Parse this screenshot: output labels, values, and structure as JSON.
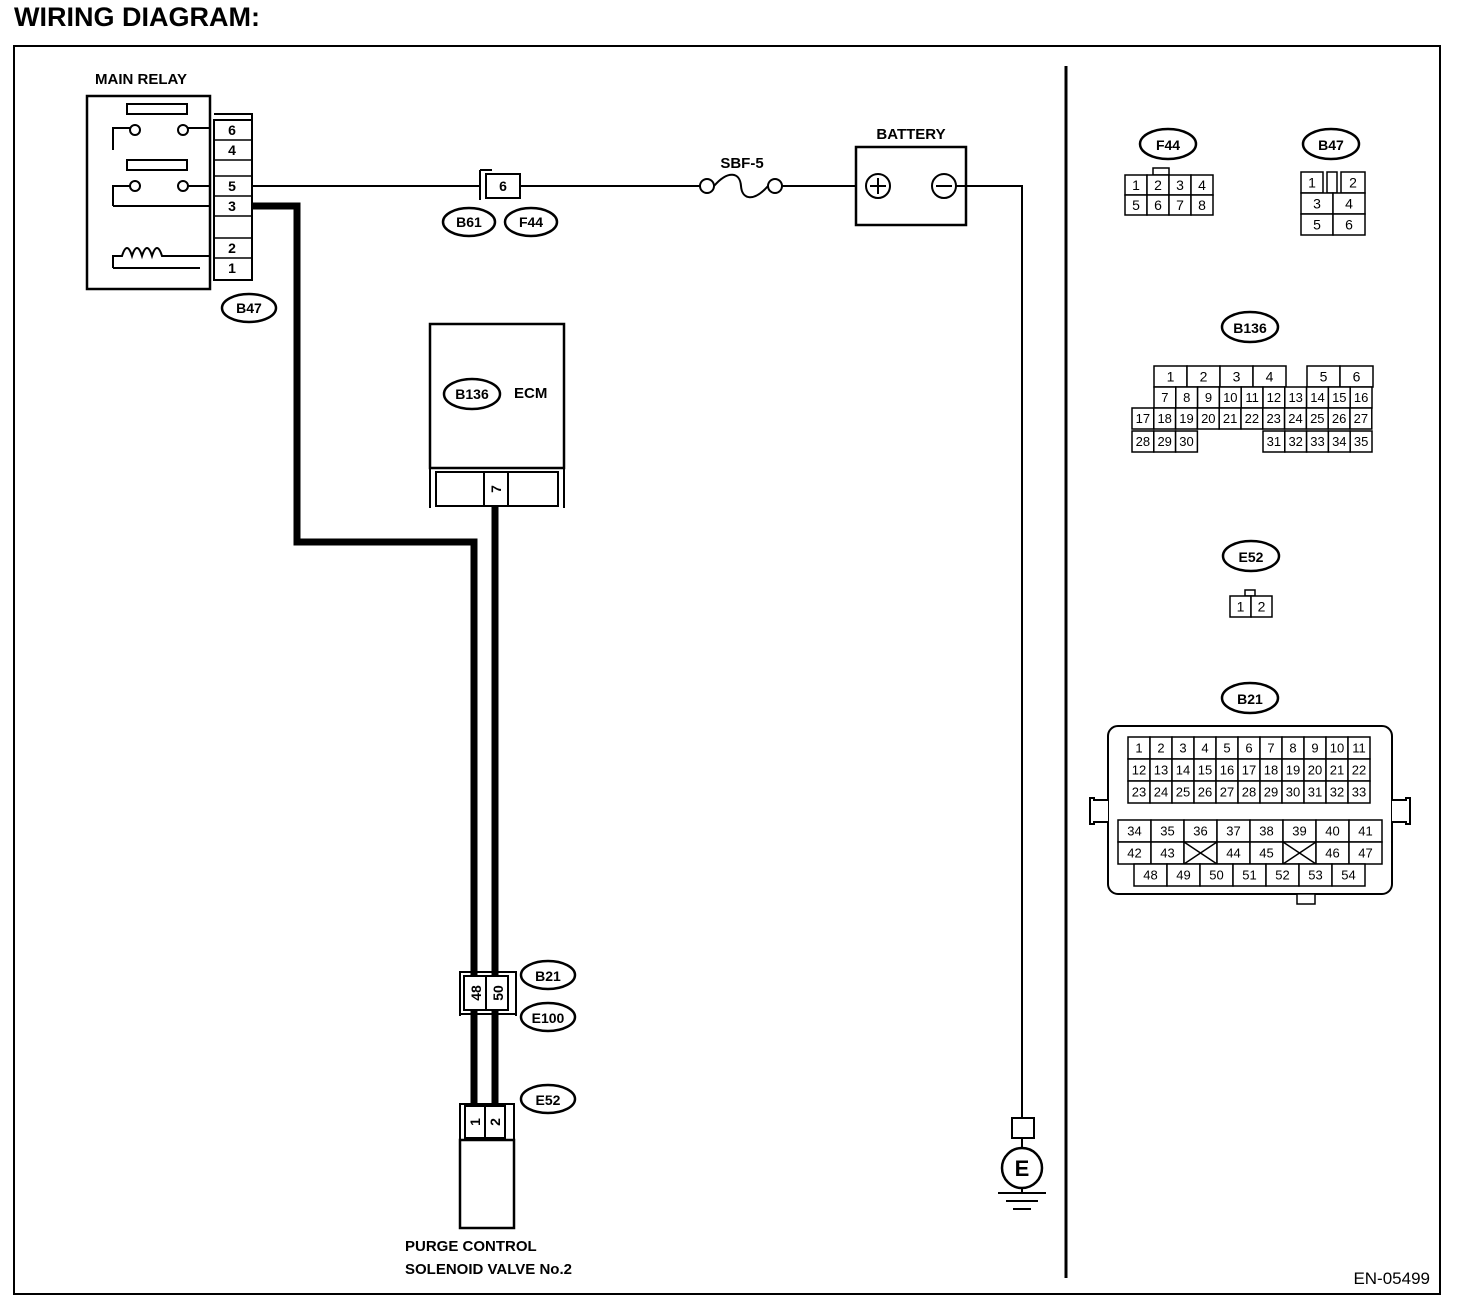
{
  "title": "WIRING DIAGRAM:",
  "figure_id": "EN-05499",
  "components": {
    "main_relay": "MAIN RELAY",
    "battery": "BATTERY",
    "fuse": "SBF-5",
    "ecm": "ECM",
    "solenoid_line1": "PURGE CONTROL",
    "solenoid_line2": "SOLENOID VALVE No.2",
    "ground": "E"
  },
  "connectors": {
    "b47": "B47",
    "b61": "B61",
    "f44": "F44",
    "b136": "B136",
    "b21": "B21",
    "e100": "E100",
    "e52": "E52"
  },
  "relay_pins": [
    "6",
    "4",
    "5",
    "3",
    "2",
    "1"
  ],
  "pins": {
    "f44_pin": "6",
    "ecm_pin": "7",
    "b21_left": "48",
    "b21_right": "50",
    "e52_left": "1",
    "e52_right": "2"
  },
  "legend": {
    "f44": {
      "label": "F44",
      "row1": [
        "1",
        "2",
        "3",
        "4"
      ],
      "row2": [
        "5",
        "6",
        "7",
        "8"
      ]
    },
    "b47": {
      "label": "B47",
      "row1": [
        "1",
        "2"
      ],
      "row2": [
        "3",
        "4"
      ],
      "row3": [
        "5",
        "6"
      ]
    },
    "b136": {
      "label": "B136",
      "row1": [
        "1",
        "2",
        "3",
        "4",
        "5",
        "6"
      ],
      "row2": [
        "7",
        "8",
        "9",
        "10",
        "11",
        "12",
        "13",
        "14",
        "15",
        "16"
      ],
      "row3": [
        "17",
        "18",
        "19",
        "20",
        "21",
        "22",
        "23",
        "24",
        "25",
        "26",
        "27"
      ],
      "row4": [
        "28",
        "29",
        "30",
        "31",
        "32",
        "33",
        "34",
        "35"
      ]
    },
    "e52": {
      "label": "E52",
      "row1": [
        "1",
        "2"
      ]
    },
    "b21": {
      "label": "B21",
      "row1": [
        "1",
        "2",
        "3",
        "4",
        "5",
        "6",
        "7",
        "8",
        "9",
        "10",
        "11"
      ],
      "row2": [
        "12",
        "13",
        "14",
        "15",
        "16",
        "17",
        "18",
        "19",
        "20",
        "21",
        "22"
      ],
      "row3": [
        "23",
        "24",
        "25",
        "26",
        "27",
        "28",
        "29",
        "30",
        "31",
        "32",
        "33"
      ],
      "row4": [
        "34",
        "35",
        "36",
        "37",
        "38",
        "39",
        "40",
        "41"
      ],
      "row5": [
        "42",
        "43",
        "44",
        "45",
        "46",
        "47"
      ],
      "row6": [
        "48",
        "49",
        "50",
        "51",
        "52",
        "53",
        "54"
      ]
    }
  }
}
